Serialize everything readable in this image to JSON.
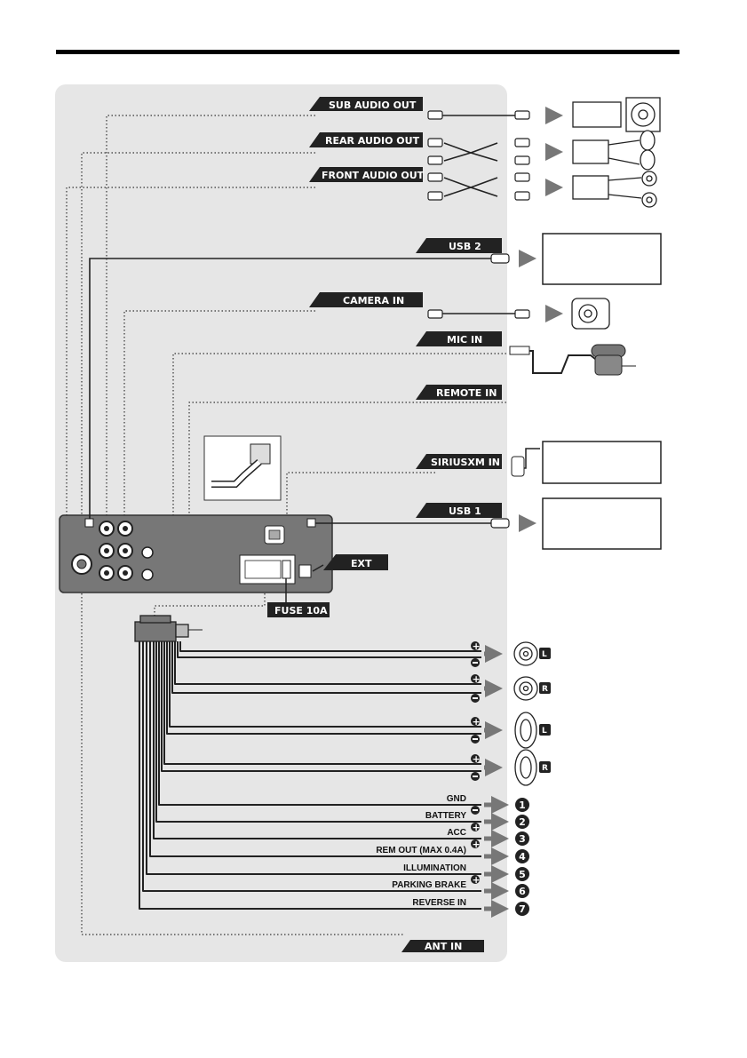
{
  "labels": {
    "sub_audio_out": "SUB AUDIO OUT",
    "rear_audio_out": "REAR AUDIO OUT",
    "front_audio_out": "FRONT AUDIO OUT",
    "usb2": "USB 2",
    "camera_in": "CAMERA IN",
    "mic_in": "MIC IN",
    "remote_in": "REMOTE IN",
    "siriusxm_in": "SIRIUSXM IN",
    "usb1": "USB 1",
    "ext": "EXT",
    "fuse": "FUSE 10A",
    "ant_in": "ANT IN"
  },
  "speakers": [
    {
      "side": "L"
    },
    {
      "side": "R"
    },
    {
      "side": "L"
    },
    {
      "side": "R"
    }
  ],
  "wires": [
    {
      "label": "GND",
      "polarity": "−",
      "number": "1"
    },
    {
      "label": "BATTERY",
      "polarity": "+",
      "number": "2"
    },
    {
      "label": "ACC",
      "polarity": "+",
      "number": "3"
    },
    {
      "label": "REM OUT (MAX 0.4A)",
      "polarity": "",
      "number": "4"
    },
    {
      "label": "ILLUMINATION",
      "polarity": "+",
      "number": "5"
    },
    {
      "label": "PARKING BRAKE",
      "polarity": "",
      "number": "6"
    },
    {
      "label": "REVERSE IN",
      "polarity": "",
      "number": "7"
    }
  ],
  "colors": {
    "panel": "#e6e6e6",
    "tag": "#222222",
    "unit": "#777777",
    "arrow": "#777777"
  }
}
